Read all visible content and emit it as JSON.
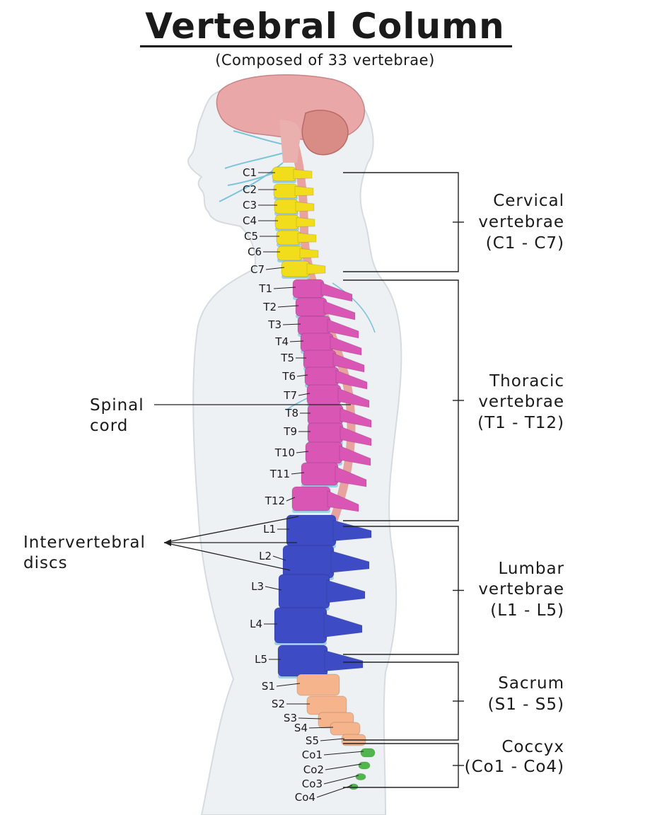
{
  "title": "Vertebral Column",
  "subtitle": "(Composed of 33 vertebrae)",
  "colors": {
    "cervical": "#f2dd1c",
    "thoracic": "#d956b4",
    "lumbar": "#3d4cc4",
    "sacrum": "#f5b48c",
    "coccyx": "#4fb84a",
    "disc": "#9fd0e6",
    "spinal_cord": "#e8a3a0",
    "body": "#eef1f4",
    "brain": "#e9a7a7"
  },
  "regions": [
    {
      "id": "cervical",
      "name": "Cervical",
      "name2": "vertebrae",
      "range": "(C1 - C7)"
    },
    {
      "id": "thoracic",
      "name": "Thoracic",
      "name2": "vertebrae",
      "range": "(T1 - T12)"
    },
    {
      "id": "lumbar",
      "name": "Lumbar",
      "name2": "vertebrae",
      "range": "(L1 - L5)"
    },
    {
      "id": "sacrum",
      "name": "Sacrum",
      "range": "(S1 - S5)"
    },
    {
      "id": "coccyx",
      "name": "Coccyx",
      "range": "(Co1 - Co4)"
    }
  ],
  "structures": {
    "spinal_cord": [
      "Spinal",
      "cord"
    ],
    "intervertebral_discs": [
      "Intervertebral",
      "discs"
    ]
  },
  "vertebrae": {
    "cervical": [
      "C1",
      "C2",
      "C3",
      "C4",
      "C5",
      "C6",
      "C7"
    ],
    "thoracic": [
      "T1",
      "T2",
      "T3",
      "T4",
      "T5",
      "T6",
      "T7",
      "T8",
      "T9",
      "T10",
      "T11",
      "T12"
    ],
    "lumbar": [
      "L1",
      "L2",
      "L3",
      "L4",
      "L5"
    ],
    "sacrum": [
      "S1",
      "S2",
      "S3",
      "S4",
      "S5"
    ],
    "coccyx": [
      "Co1",
      "Co2",
      "Co3",
      "Co4"
    ]
  }
}
